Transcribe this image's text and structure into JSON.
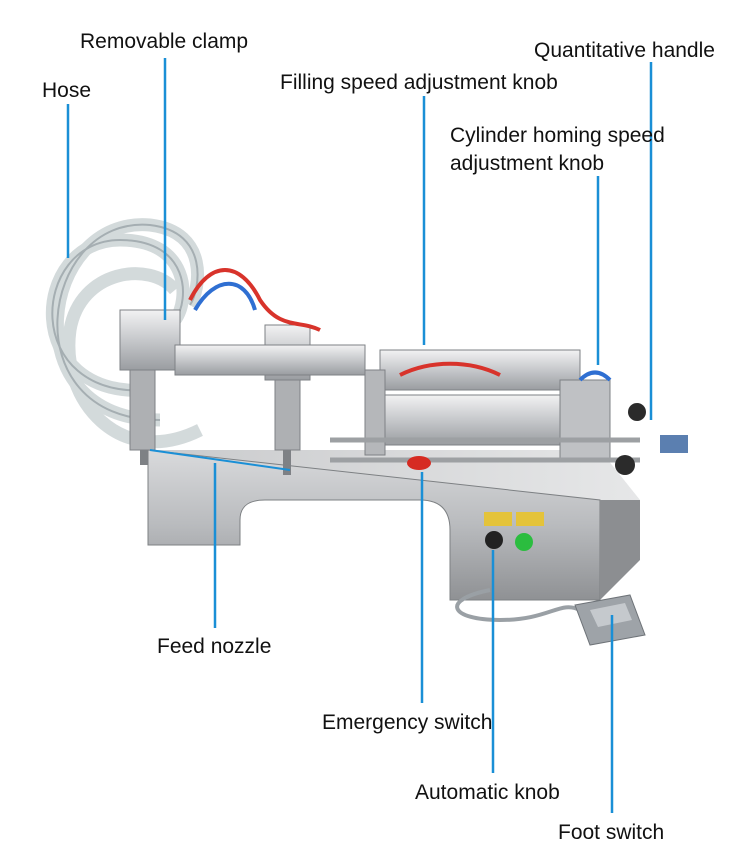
{
  "diagram": {
    "callout_color": "#1a8fd6",
    "labels": {
      "removable_clamp": "Removable clamp",
      "hose": "Hose",
      "filling_speed_knob": "Filling speed adjustment knob",
      "quantitative_handle": "Quantitative handle",
      "cylinder_homing_knob": "Cylinder homing speed adjustment knob",
      "feed_nozzle": "Feed nozzle",
      "emergency_switch": "Emergency switch",
      "automatic_knob": "Automatic knob",
      "foot_switch": "Foot switch"
    }
  }
}
